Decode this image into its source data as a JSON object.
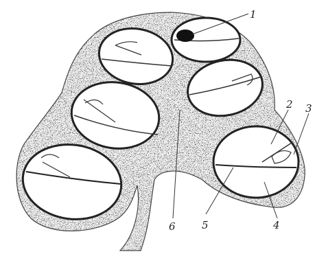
{
  "figure": {
    "labels": [
      "1",
      "2",
      "3",
      "4",
      "5",
      "6"
    ]
  }
}
